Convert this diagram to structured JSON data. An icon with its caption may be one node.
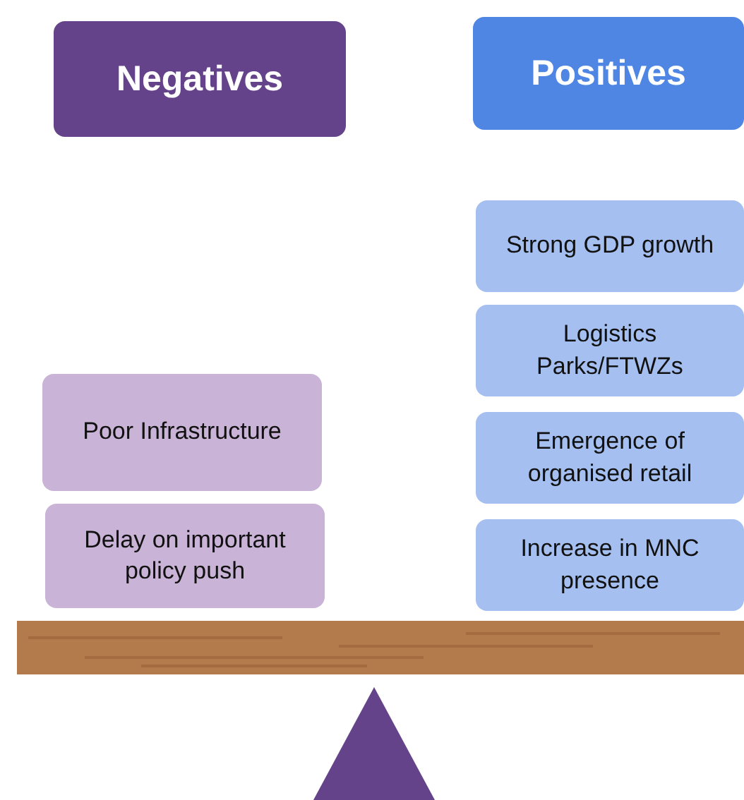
{
  "diagram": {
    "nodes": [
      {
        "text": [
          "Negatives"
        ]
      },
      {
        "text": [
          "Positives"
        ]
      },
      {
        "text": [
          "Strong GDP growth"
        ]
      },
      {
        "text": [
          "Logistics Parks/FTWZs"
        ]
      },
      {
        "text": [
          "Emergence of organised retail"
        ]
      },
      {
        "text": [
          "Poor Infrastructure"
        ]
      },
      {
        "text": [
          "Increase in MNC presence"
        ]
      },
      {
        "text": [
          "Delay on important policy push"
        ]
      }
    ],
    "edges": []
  }
}
